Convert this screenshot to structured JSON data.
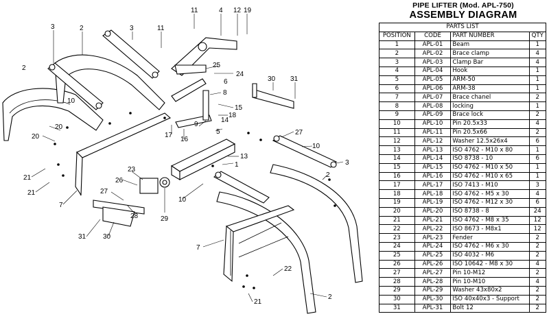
{
  "header": {
    "model": "PIPE LIFTER (Mod. APL-750)",
    "title": "ASSEMBLY DIAGRAM"
  },
  "parts_list": {
    "caption": "PARTS LIST",
    "columns": [
      "POSITION",
      "CODE",
      "PART NUMBER",
      "QTY"
    ],
    "rows": [
      {
        "pos": "1",
        "code": "APL-01",
        "part": "Beam",
        "qty": "1"
      },
      {
        "pos": "2",
        "code": "APL-02",
        "part": "Brace clamp",
        "qty": "4"
      },
      {
        "pos": "3",
        "code": "APL-03",
        "part": "Clamp Bar",
        "qty": "4"
      },
      {
        "pos": "4",
        "code": "APL-04",
        "part": "Hook",
        "qty": "1"
      },
      {
        "pos": "5",
        "code": "APL-05",
        "part": "ARM-50",
        "qty": "1"
      },
      {
        "pos": "6",
        "code": "APL-06",
        "part": "ARM-38",
        "qty": "1"
      },
      {
        "pos": "7",
        "code": "APL-07",
        "part": "Brace chanel",
        "qty": "2"
      },
      {
        "pos": "8",
        "code": "APL-08",
        "part": "locking",
        "qty": "1"
      },
      {
        "pos": "9",
        "code": "APL-09",
        "part": "Brace lock",
        "qty": "2"
      },
      {
        "pos": "10",
        "code": "APL-10",
        "part": "Pin 20.5x33",
        "qty": "4"
      },
      {
        "pos": "11",
        "code": "APL-11",
        "part": "Pin 20.5x66",
        "qty": "2"
      },
      {
        "pos": "12",
        "code": "APL-12",
        "part": "Washer 12.5x26x4",
        "qty": "6"
      },
      {
        "pos": "13",
        "code": "APL-13",
        "part": "ISO 4762 - M10 x 80",
        "qty": "1"
      },
      {
        "pos": "14",
        "code": "APL-14",
        "part": "ISO 8738 - 10",
        "qty": "6"
      },
      {
        "pos": "15",
        "code": "APL-15",
        "part": "ISO 4762 - M10 x 50",
        "qty": "1"
      },
      {
        "pos": "16",
        "code": "APL-16",
        "part": "ISO 4762 - M10 x 65",
        "qty": "1"
      },
      {
        "pos": "17",
        "code": "APL-17",
        "part": "ISO 7413 - M10",
        "qty": "3"
      },
      {
        "pos": "18",
        "code": "APL-18",
        "part": "ISO 4762 - M5 x 30",
        "qty": "4"
      },
      {
        "pos": "19",
        "code": "APL-19",
        "part": "ISO 4762 - M12 x 30",
        "qty": "6"
      },
      {
        "pos": "20",
        "code": "APL-20",
        "part": "ISO 8738 - 8",
        "qty": "24"
      },
      {
        "pos": "21",
        "code": "APL-21",
        "part": "ISO 4762 - M8 x 35",
        "qty": "12"
      },
      {
        "pos": "22",
        "code": "APL-22",
        "part": "ISO 8673 - M8x1",
        "qty": "12"
      },
      {
        "pos": "23",
        "code": "APL-23",
        "part": "Fender",
        "qty": "2"
      },
      {
        "pos": "24",
        "code": "APL-24",
        "part": "ISO 4762 - M6 x 30",
        "qty": "2"
      },
      {
        "pos": "25",
        "code": "APL-25",
        "part": "ISO 4032 - M6",
        "qty": "2"
      },
      {
        "pos": "26",
        "code": "APL-26",
        "part": "ISO 10642 - M8 x  30",
        "qty": "4"
      },
      {
        "pos": "27",
        "code": "APL-27",
        "part": "Pin 10-M12",
        "qty": "2"
      },
      {
        "pos": "28",
        "code": "APL-28",
        "part": "Pin 10-M10",
        "qty": "4"
      },
      {
        "pos": "29",
        "code": "APL-29",
        "part": "Washer 43x80x2",
        "qty": "2"
      },
      {
        "pos": "30",
        "code": "APL-30",
        "part": "ISO 40x40x3 - Support",
        "qty": "2"
      },
      {
        "pos": "31",
        "code": "APL-31",
        "part": "Bolt 12",
        "qty": "2"
      }
    ]
  },
  "callouts": {
    "c11a": "11",
    "c4": "4",
    "c12": "12",
    "c19": "19",
    "c3a": "3",
    "c2a": "2",
    "c3b": "3",
    "c11b": "11",
    "c25": "25",
    "c24": "24",
    "c2b": "2",
    "c30a": "30",
    "c31a": "31",
    "c10a": "10",
    "c6": "6",
    "c8": "8",
    "c15": "15",
    "c18": "18",
    "c20a": "20",
    "c20b": "20",
    "c17": "17",
    "c9": "9",
    "c16": "16",
    "c5": "5",
    "c14": "14",
    "c27a": "27",
    "c10b": "10",
    "c3c": "3",
    "c13": "13",
    "c1": "1",
    "c23": "23",
    "c21a": "21",
    "c21b": "21",
    "c26": "26",
    "c7a": "7",
    "c2c": "2",
    "c27b": "27",
    "c29": "29",
    "c10c": "10",
    "c28": "28",
    "c31b": "31",
    "c30b": "30",
    "c7b": "7",
    "c22": "22",
    "c21c": "21",
    "c2d": "2"
  }
}
